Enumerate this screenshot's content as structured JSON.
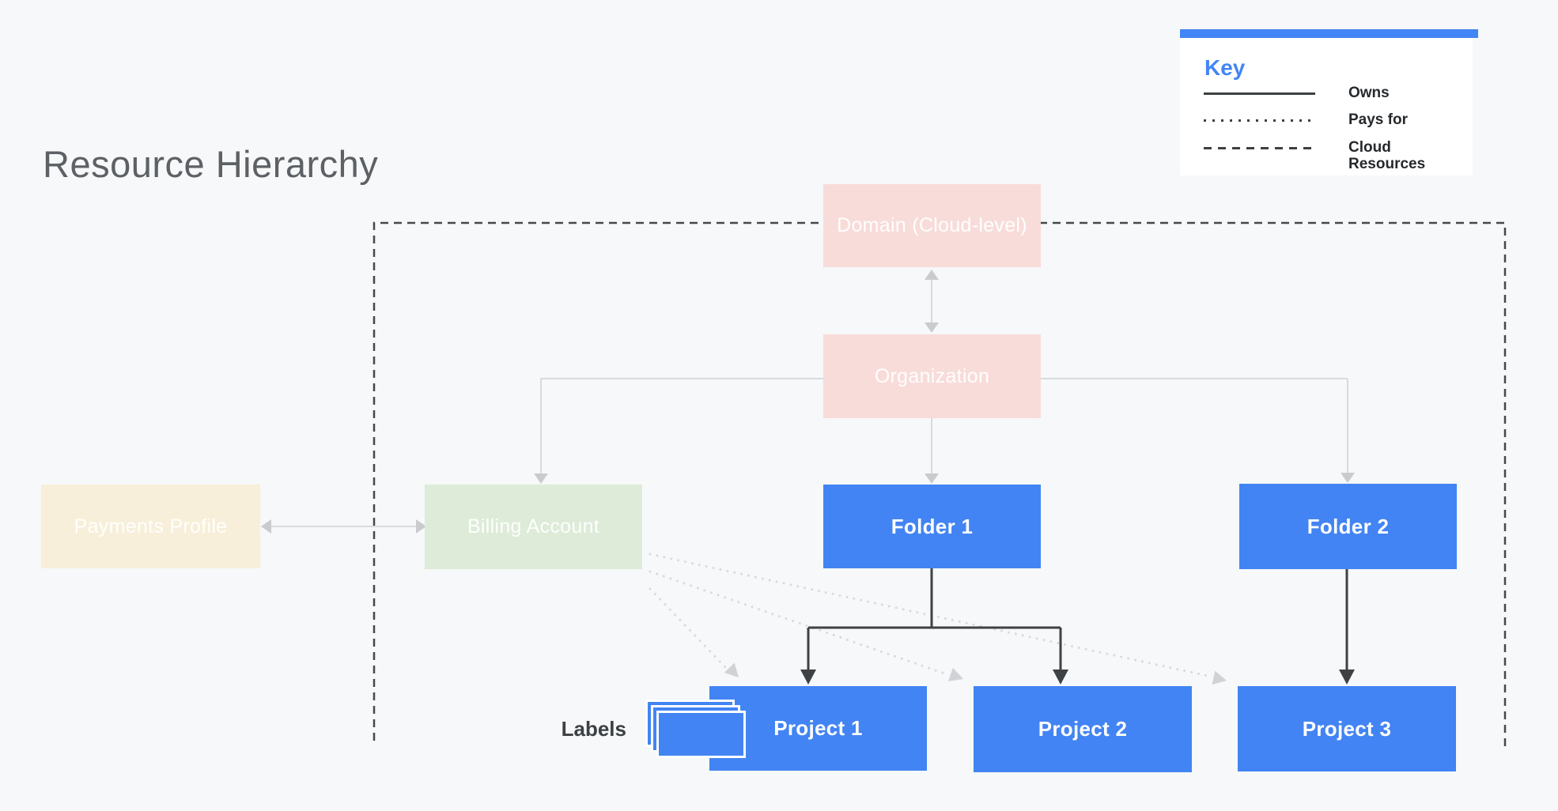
{
  "title": "Resource Hierarchy",
  "legend": {
    "title": "Key",
    "items": [
      {
        "style": "solid",
        "label": "Owns"
      },
      {
        "style": "dotted",
        "label": "Pays for"
      },
      {
        "style": "dashed",
        "label": "Cloud Resources"
      }
    ]
  },
  "nodes": {
    "domain": {
      "label": "Domain (Cloud-level)"
    },
    "organization": {
      "label": "Organization"
    },
    "payments": {
      "label": "Payments Profile"
    },
    "billing": {
      "label": "Billing Account"
    },
    "folder1": {
      "label": "Folder 1"
    },
    "folder2": {
      "label": "Folder 2"
    },
    "project1": {
      "label": "Project 1"
    },
    "project2": {
      "label": "Project 2"
    },
    "project3": {
      "label": "Project 3"
    }
  },
  "annotations": {
    "labels_caption": "Labels"
  },
  "colors": {
    "background": "#f6f8f9",
    "accent_blue": "#4285f4",
    "node_blue": "#4284f3",
    "node_pink": "#f8dcda",
    "node_green": "#ddebd8",
    "node_cream": "#f7efd9",
    "dark_line": "#3f4245",
    "gray_line": "#d9dadb",
    "dotted_line": "#d8dadc",
    "title_text": "#5d6165"
  }
}
